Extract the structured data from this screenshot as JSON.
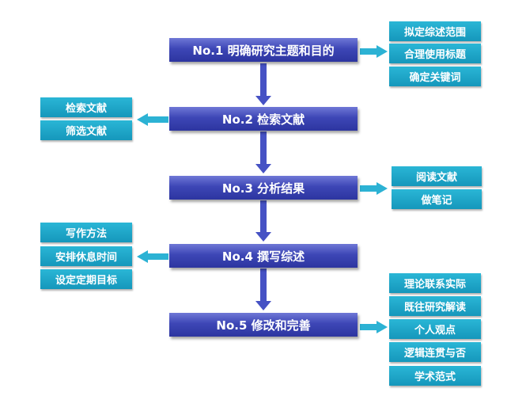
{
  "colors": {
    "step_fill": "#3d46b6",
    "tag_fill": "#1ea5c9",
    "down_arrow": "#4652c4",
    "side_arrow": "#2cb2d4"
  },
  "steps": [
    {
      "label": "No.1 明确研究主题和目的"
    },
    {
      "label": "No.2 检索文献"
    },
    {
      "label": "No.3 分析结果"
    },
    {
      "label": "No.4 撰写综述"
    },
    {
      "label": "No.5 修改和完善"
    }
  ],
  "step1_items": [
    "拟定综述范围",
    "合理使用标题",
    "确定关键词"
  ],
  "step2_items": [
    "检索文献",
    "筛选文献"
  ],
  "step3_items": [
    "阅读文献",
    "做笔记"
  ],
  "step4_items": [
    "写作方法",
    "安排休息时间",
    "设定定期目标"
  ],
  "step5_items": [
    "理论联系实际",
    "既往研究解读",
    "个人观点",
    "逻辑连贯与否",
    "学术范式"
  ]
}
